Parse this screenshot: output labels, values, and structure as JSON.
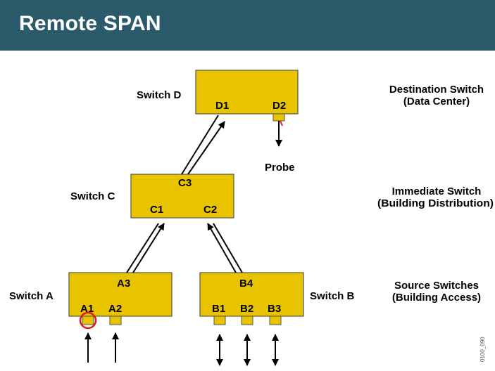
{
  "header": {
    "title": "Remote SPAN"
  },
  "colors": {
    "header_bg": "#2b5a6a",
    "switch_fill": "#e8c300",
    "switch_border": "#555555",
    "highlight_circle": "#e02020"
  },
  "switches": {
    "d": {
      "name": "Switch D",
      "ports": [
        "D1",
        "D2"
      ]
    },
    "c": {
      "name": "Switch C",
      "ports": [
        "C3",
        "C1",
        "C2"
      ]
    },
    "a": {
      "name": "Switch A",
      "ports": [
        "A3",
        "A1",
        "A2"
      ]
    },
    "b": {
      "name": "Switch B",
      "ports": [
        "B4",
        "B1",
        "B2",
        "B3"
      ]
    }
  },
  "probe_label": "Probe",
  "tiers": {
    "destination": {
      "line1": "Destination Switch",
      "line2": "(Data Center)"
    },
    "immediate": {
      "line1": "Immediate Switch",
      "line2": "(Building Distribution)"
    },
    "source": {
      "line1": "Source Switches",
      "line2": "(Building Access)"
    }
  },
  "figure_code": "0100_090"
}
